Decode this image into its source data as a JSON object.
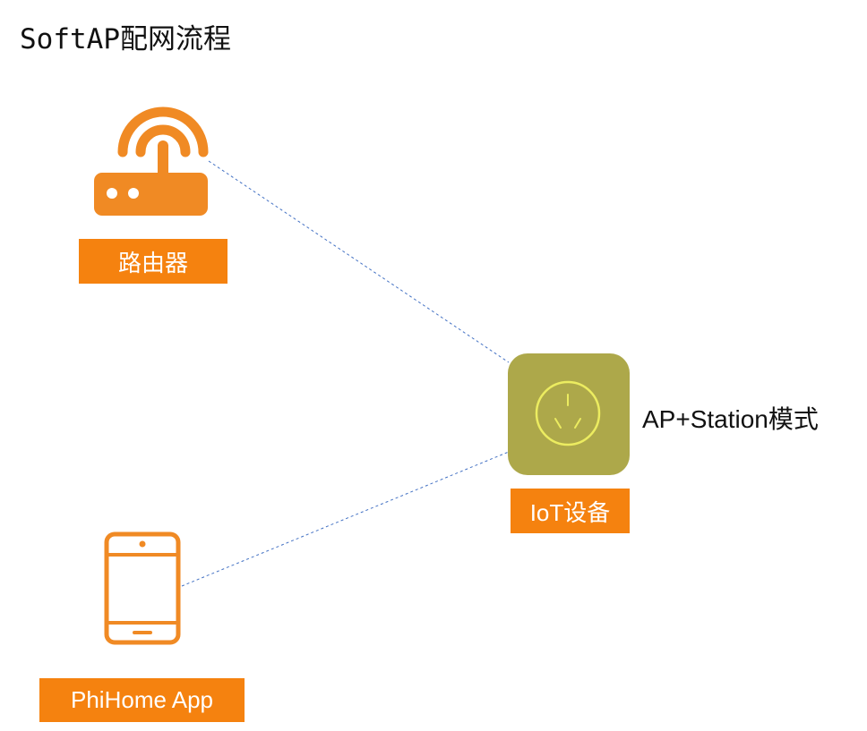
{
  "title": "SoftAP配网流程",
  "nodes": {
    "router": {
      "label": "路由器",
      "icon": "router-icon"
    },
    "iot_device": {
      "label": "IoT设备",
      "icon": "power-socket-icon",
      "mode": "AP+Station模式"
    },
    "app": {
      "label": "PhiHome App",
      "icon": "smartphone-icon"
    }
  },
  "connections": [
    {
      "from": "router",
      "to": "iot_device",
      "style": "dashed"
    },
    {
      "from": "app",
      "to": "iot_device",
      "style": "dashed"
    }
  ],
  "colors": {
    "accent_orange": "#f5820f",
    "icon_orange": "#f08a24",
    "device_tile": "#ada84a",
    "device_outlet": "#ecec60",
    "connector_line": "#4472c4"
  }
}
